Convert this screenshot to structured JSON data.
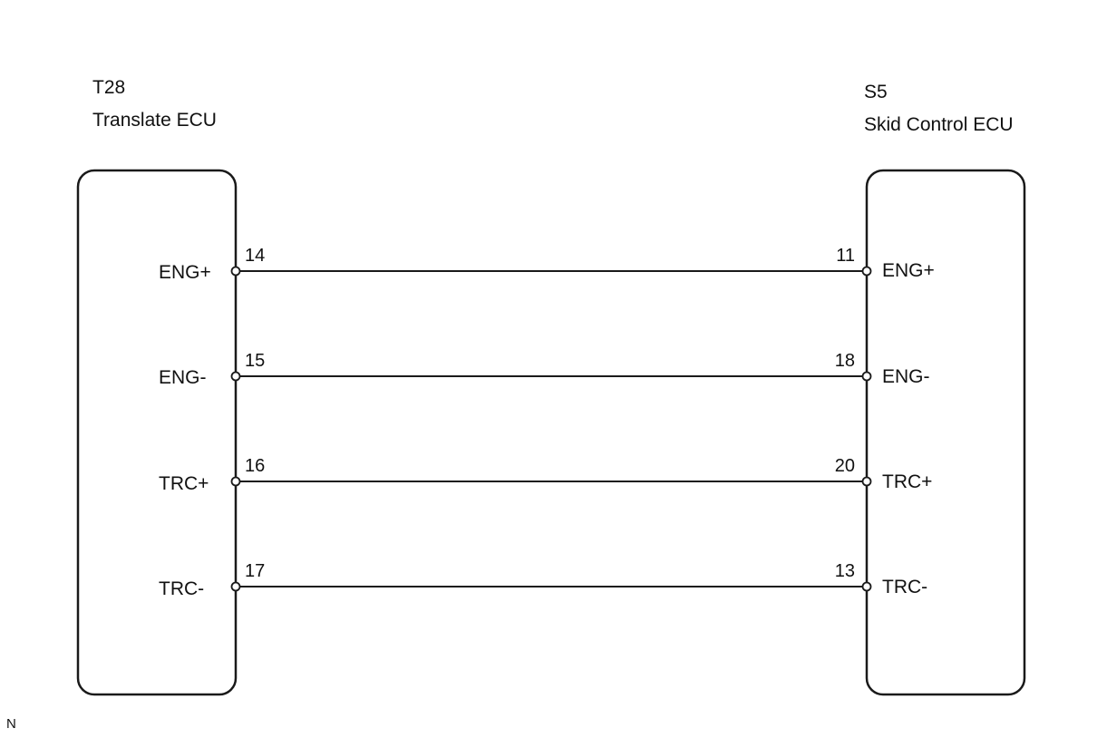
{
  "left_ecu": {
    "code": "T28",
    "name": "Translate ECU",
    "signals": [
      {
        "pin": "14",
        "name": "ENG+"
      },
      {
        "pin": "15",
        "name": "ENG-"
      },
      {
        "pin": "16",
        "name": "TRC+"
      },
      {
        "pin": "17",
        "name": "TRC-"
      }
    ]
  },
  "right_ecu": {
    "code": "S5",
    "name": "Skid Control ECU",
    "signals": [
      {
        "pin": "11",
        "name": "ENG+"
      },
      {
        "pin": "18",
        "name": "ENG-"
      },
      {
        "pin": "20",
        "name": "TRC+"
      },
      {
        "pin": "13",
        "name": "TRC-"
      }
    ]
  },
  "footer": {
    "code": "N"
  },
  "colors": {
    "line": "#1a1a1a",
    "background": "#ffffff"
  }
}
